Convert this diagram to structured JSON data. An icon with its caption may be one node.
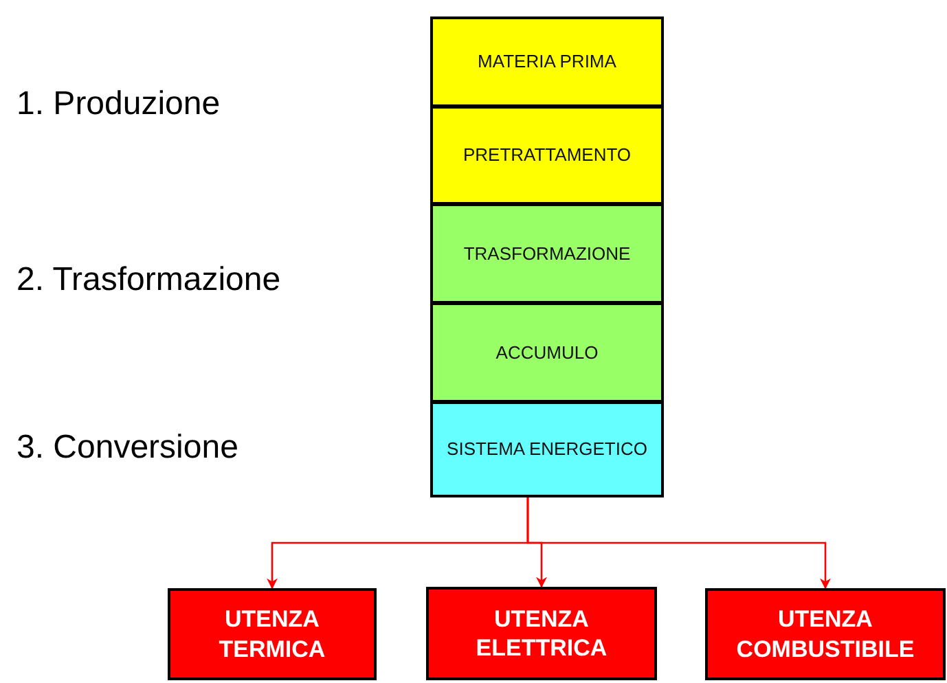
{
  "diagram": {
    "nodes": [
      {
        "text": [
          "MATERIA PRIMA"
        ]
      },
      {
        "text": [
          "PRETRATTAMENTO"
        ]
      },
      {
        "text": [
          "TRASFORMAZIONE"
        ]
      },
      {
        "text": [
          "ACCUMULO"
        ]
      },
      {
        "text": [
          "SISTEMA ENERGETICO"
        ]
      },
      {
        "text": [
          "UTENZA TERMICA"
        ]
      },
      {
        "text": [
          "UTENZA ELETTRICA"
        ]
      },
      {
        "text": [
          "UTENZA COMBUSTIBILE"
        ]
      }
    ],
    "edges": [
      {
        "from": 4,
        "to": 5,
        "arrow": "to"
      },
      {
        "from": 4,
        "to": 6,
        "arrow": "to"
      },
      {
        "from": 4,
        "to": 7,
        "arrow": "to"
      }
    ],
    "labels": [
      "1. Produzione",
      "2. Trasformazione",
      "3. Conversione"
    ]
  }
}
